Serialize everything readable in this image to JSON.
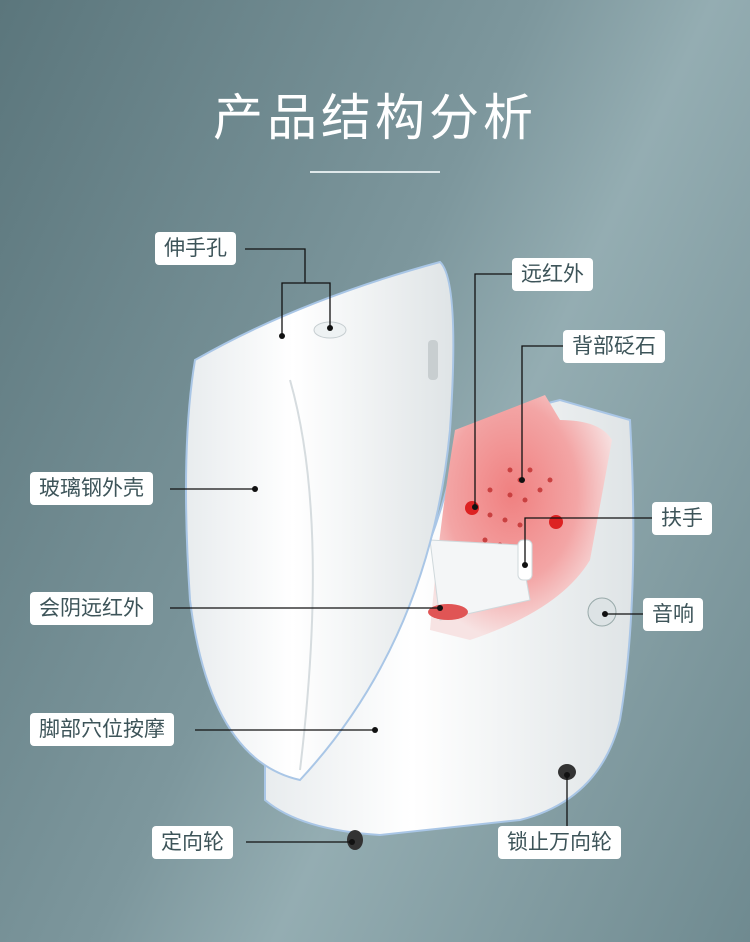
{
  "title": "产品结构分析",
  "labels": {
    "hand_hole": "伸手孔",
    "far_infrared": "远红外",
    "back_stone": "背部砭石",
    "fiberglass_shell": "玻璃钢外壳",
    "armrest": "扶手",
    "perineum_infrared": "会阴远红外",
    "speaker": "音响",
    "foot_massage": "脚部穴位按摩",
    "fixed_wheel": "定向轮",
    "locking_caster": "锁止万向轮"
  },
  "colors": {
    "label_text": "#3d5459",
    "glow": "#e86a6a",
    "trim": "#a9c6e6"
  }
}
